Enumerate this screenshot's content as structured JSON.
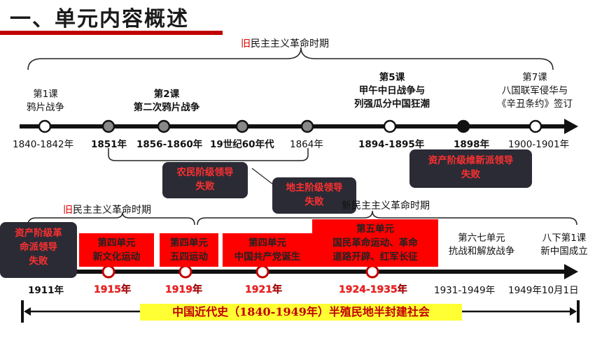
{
  "title": "一、单元内容概述",
  "top_era": {
    "prefix": "旧",
    "text": "民主主义革命时期"
  },
  "top_events": [
    {
      "lines": [
        "第1课",
        "鸦片战争"
      ],
      "bold": false
    },
    {
      "lines": [
        "第2课",
        "第二次鸦片战争"
      ],
      "bold": true
    },
    {
      "lines": [
        "第5课",
        "甲午中日战争与",
        "列强瓜分中国狂潮"
      ],
      "bold": true
    },
    {
      "lines": [
        "第7课",
        "八国联军侵华与",
        "《辛丑条约》签订"
      ],
      "bold": false
    }
  ],
  "top_years": [
    "1840-1842年",
    "1851年",
    "1856-1860年",
    "19世纪60年代",
    "1864年",
    "1894-1895年",
    "1898年",
    "1900-1901年"
  ],
  "leadership_boxes": {
    "peasant": [
      "农民阶级领导",
      "失败"
    ],
    "landlord": [
      "地主阶级领导",
      "失败"
    ],
    "reformist": [
      "资产阶级维新派领导",
      "失败"
    ],
    "revolutionary": [
      "资产阶级革",
      "命派领导",
      "失败"
    ]
  },
  "bottom_era_old": {
    "prefix": "旧",
    "text": "民主主义革命时期"
  },
  "bottom_era_new": {
    "text": "新民主主义革命时期"
  },
  "bottom_units": [
    {
      "lines": [
        "第四单元",
        "新文化运动"
      ]
    },
    {
      "lines": [
        "第四单元",
        "五四运动"
      ]
    },
    {
      "lines": [
        "第四单元",
        "中国共产党诞生"
      ]
    },
    {
      "lines": [
        "第五单元",
        "国民革命运动、革命",
        "道路开辟、红军长征"
      ]
    }
  ],
  "bottom_plain_events": [
    {
      "lines": [
        "第六七单元",
        "抗战和解放战争"
      ]
    },
    {
      "lines": [
        "八下第1课",
        "新中国成立"
      ]
    }
  ],
  "bottom_years": [
    "1911年",
    "1915年",
    "1919年",
    "1921年",
    "1924-1935年",
    "1931-1949年",
    "1949年10月1日"
  ],
  "caption": "中国近代史（1840-1949年）半殖民地半封建社会",
  "colors": {
    "accent": "#c00000",
    "box_red": "#ff0000",
    "box_dark": "#2b2b35",
    "caption_bg": "#ffff33"
  }
}
